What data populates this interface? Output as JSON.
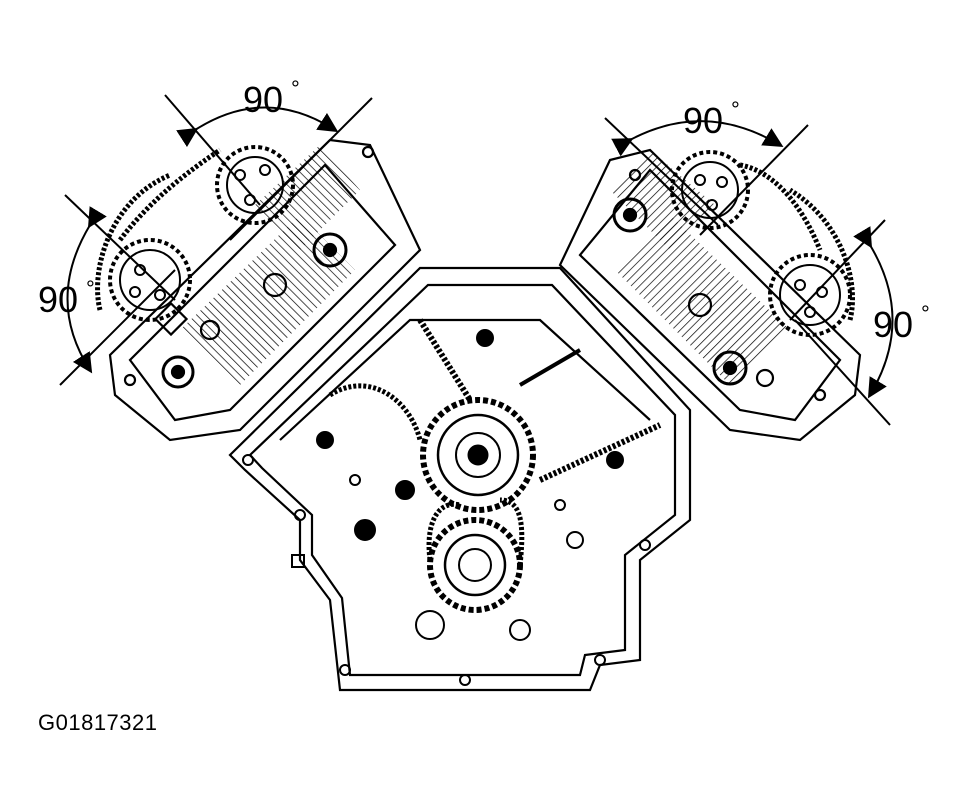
{
  "figure": {
    "id_code": "G01817321",
    "subject": "V6 engine front view with timing chains and camshaft sprockets",
    "angle_labels": [
      {
        "key": "left_upper",
        "value": "90",
        "unit": "°"
      },
      {
        "key": "left_side",
        "value": "90",
        "unit": "°"
      },
      {
        "key": "right_upper",
        "value": "90",
        "unit": "°"
      },
      {
        "key": "right_side",
        "value": "90",
        "unit": "°"
      }
    ]
  },
  "colors": {
    "ink": "#000000",
    "paper": "#ffffff"
  }
}
